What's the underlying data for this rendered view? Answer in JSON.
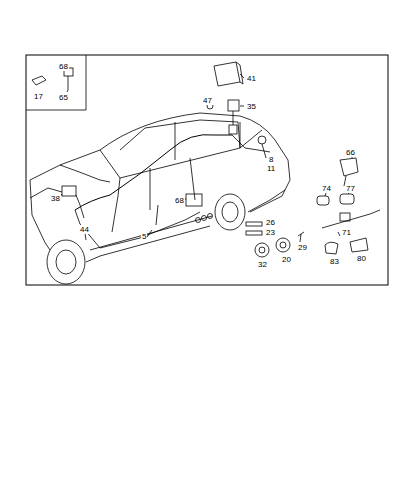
{
  "diagram": {
    "labels": [
      "68",
      "17",
      "65",
      "41",
      "47",
      "35",
      "66",
      "8",
      "11",
      "74",
      "77",
      "38",
      "68",
      "44",
      "5",
      "26",
      "23",
      "29",
      "71",
      "20",
      "32",
      "83",
      "80"
    ]
  }
}
